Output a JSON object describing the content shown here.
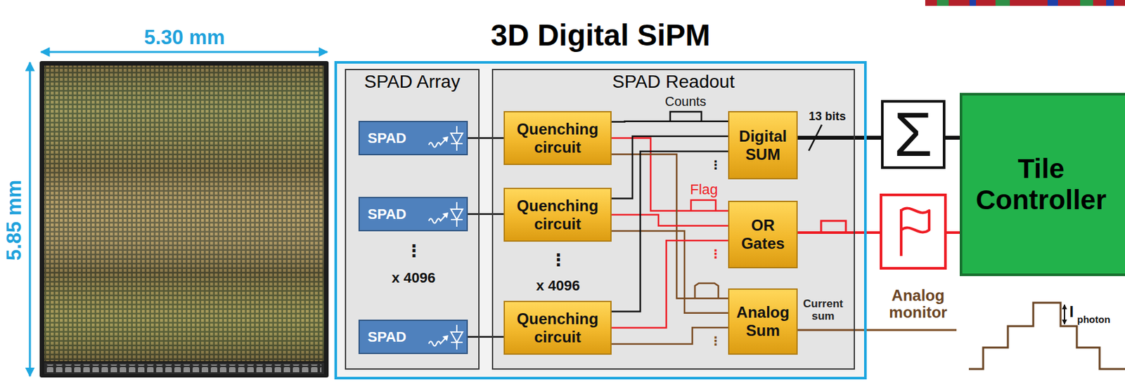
{
  "diagram": {
    "nodes": [
      {
        "text": [
          "3D Digital SiPM"
        ]
      },
      {
        "text": [
          "SPAD Array"
        ],
        "in": 0
      },
      {
        "text": [
          "SPAD"
        ],
        "in": 1
      },
      {
        "text": [
          "SPAD"
        ],
        "in": 1
      },
      {
        "text": [
          "SPAD"
        ],
        "in": 1
      },
      {
        "text": [
          "SPAD Readout"
        ],
        "in": 0
      },
      {
        "text": [
          "Quenching circuit"
        ],
        "in": 5
      },
      {
        "text": [
          "Quenching circuit"
        ],
        "in": 5
      },
      {
        "text": [
          "Quenching circuit"
        ],
        "in": 5
      },
      {
        "text": [
          "Digital SUM"
        ],
        "in": 5
      },
      {
        "text": [
          "OR Gates"
        ],
        "in": 5
      },
      {
        "text": [
          "Analog Sum"
        ],
        "in": 5
      },
      {
        "text": [
          "Σ"
        ]
      },
      {
        "text": [
          "Tile Controller"
        ]
      }
    ],
    "edges": [
      {
        "from": 2,
        "to": 6,
        "arrow": "none"
      },
      {
        "from": 3,
        "to": 7,
        "arrow": "none"
      },
      {
        "from": 4,
        "to": 8,
        "arrow": "none"
      },
      {
        "from": 6,
        "to": 9,
        "arrow": "none"
      },
      {
        "from": 6,
        "to": 10,
        "arrow": "none"
      },
      {
        "from": 6,
        "to": 11,
        "arrow": "none"
      },
      {
        "from": 7,
        "to": 9,
        "arrow": "none"
      },
      {
        "from": 7,
        "to": 10,
        "arrow": "none"
      },
      {
        "from": 7,
        "to": 11,
        "arrow": "none"
      },
      {
        "from": 8,
        "to": 9,
        "arrow": "none"
      },
      {
        "from": 8,
        "to": 10,
        "arrow": "none"
      },
      {
        "from": 8,
        "to": 11,
        "arrow": "none"
      },
      {
        "from": 9,
        "to": 12,
        "arrow": "none"
      },
      {
        "from": 12,
        "to": 13,
        "arrow": "none"
      },
      {
        "from": 10,
        "to": 13,
        "arrow": "none"
      }
    ],
    "labels": [
      "5.30 mm",
      "5.85 mm",
      "⋮",
      "x 4096",
      "⋮",
      "x 4096",
      "Counts",
      "13 bits",
      "⋮",
      "Flag",
      "⋮",
      "⋮",
      "Current sum",
      "Analog monitor",
      "I",
      "photon"
    ]
  }
}
